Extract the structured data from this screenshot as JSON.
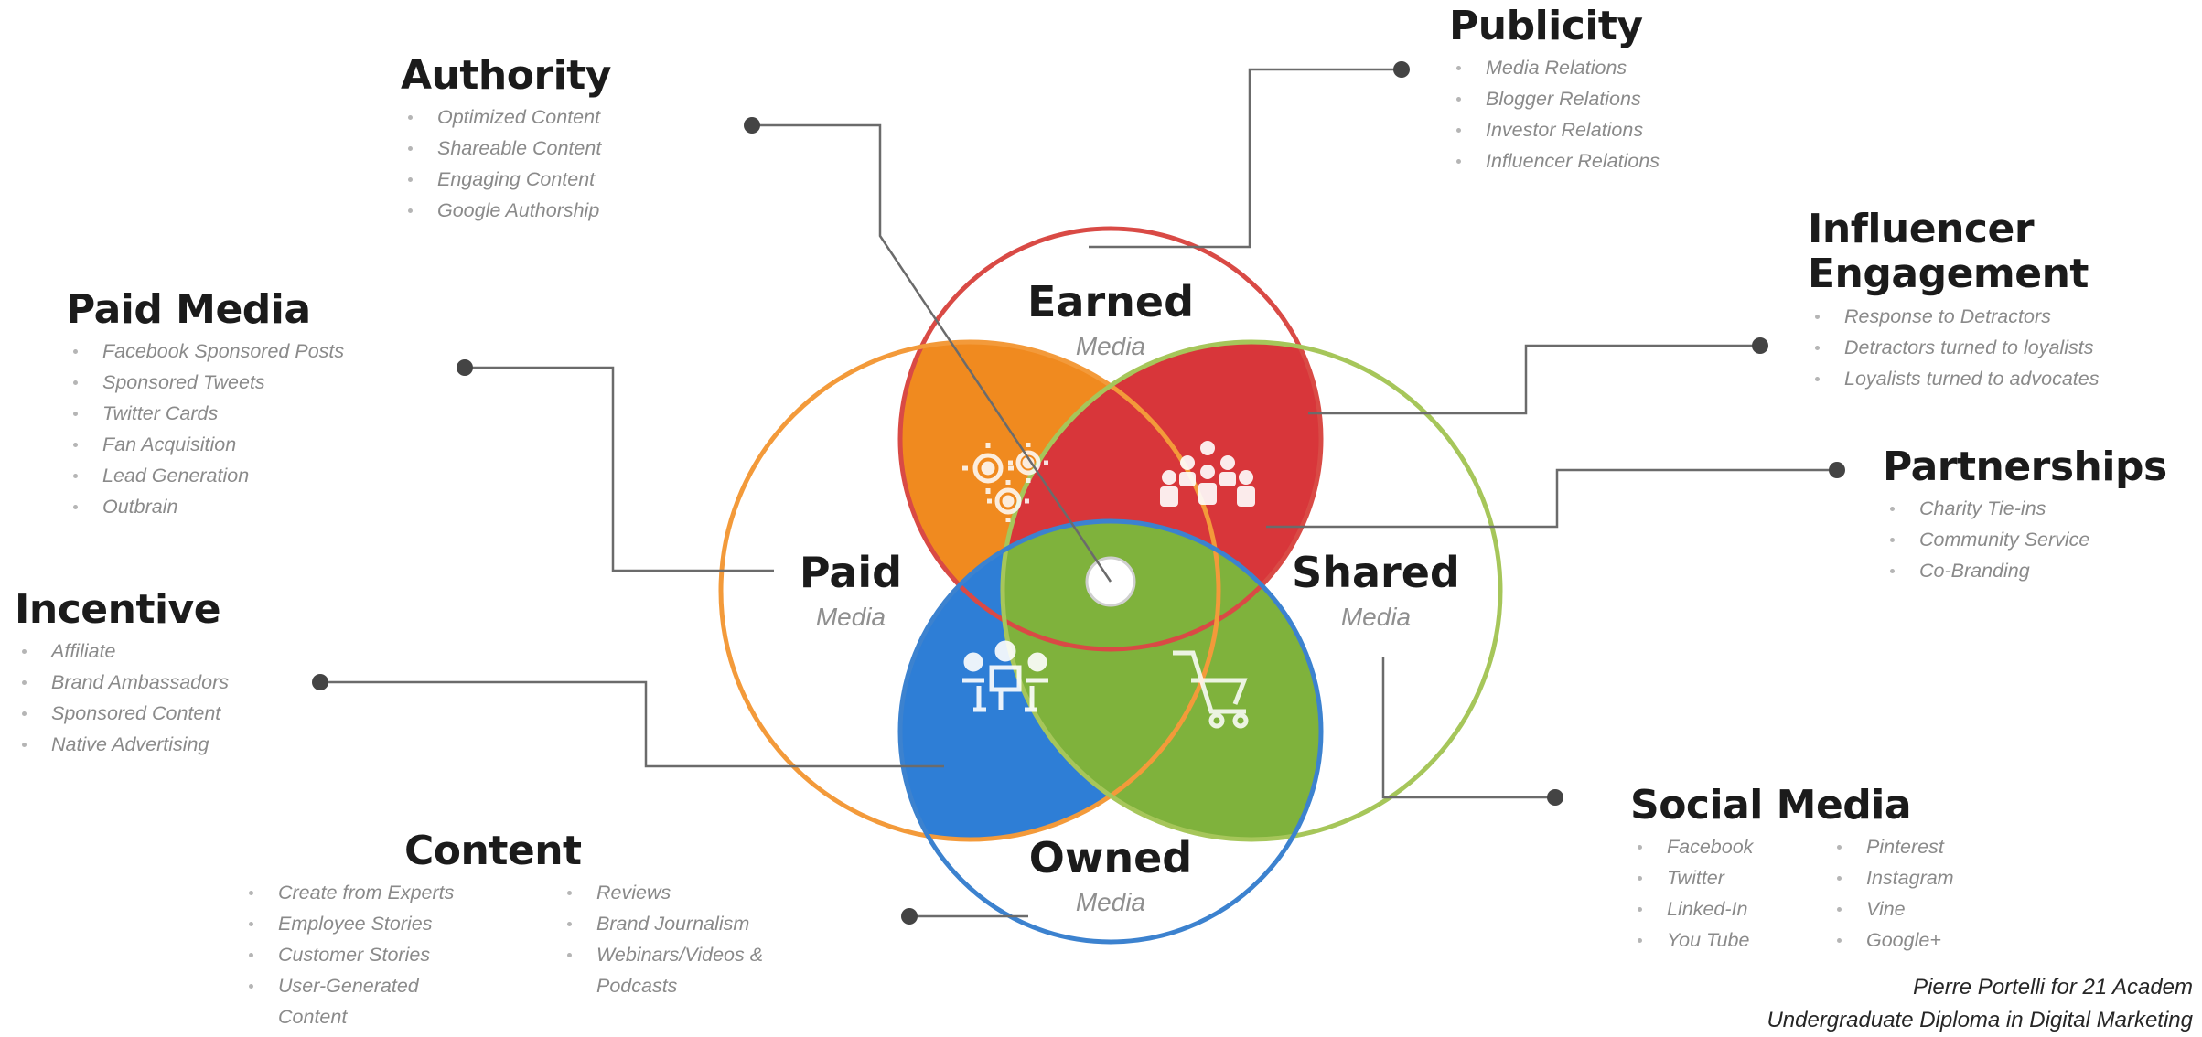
{
  "circles": {
    "earned": {
      "title": "Earned",
      "sub": "Media",
      "color": "#d94a45"
    },
    "paid": {
      "title": "Paid",
      "sub": "Media",
      "color": "#f39a3a"
    },
    "shared": {
      "title": "Shared",
      "sub": "Media",
      "color": "#a6c65a"
    },
    "owned": {
      "title": "Owned",
      "sub": "Media",
      "color": "#3c82cf"
    }
  },
  "petals": {
    "paid_earned": {
      "color": "#f08a1f",
      "icon": "gears-icon"
    },
    "earned_shared": {
      "color": "#d8363a",
      "icon": "group-icon"
    },
    "paid_owned": {
      "color": "#2e7ed6",
      "icon": "meeting-icon"
    },
    "owned_shared": {
      "color": "#7fb23c",
      "icon": "cart-icon"
    }
  },
  "blocks": {
    "authority": {
      "title": "Authority",
      "items": [
        "Optimized Content",
        "Shareable Content",
        "Engaging Content",
        "Google Authorship"
      ]
    },
    "publicity": {
      "title": "Publicity",
      "items": [
        "Media Relations",
        "Blogger Relations",
        "Investor Relations",
        "Influencer Relations"
      ]
    },
    "influencer": {
      "title_line1": "Influencer",
      "title_line2": "Engagement",
      "items": [
        "Response to Detractors",
        "Detractors turned to loyalists",
        "Loyalists turned to advocates"
      ]
    },
    "partnerships": {
      "title": "Partnerships",
      "items": [
        "Charity Tie-ins",
        "Community Service",
        "Co-Branding"
      ]
    },
    "paid_media": {
      "title": "Paid Media",
      "items": [
        "Facebook Sponsored Posts",
        "Sponsored Tweets",
        "Twitter Cards",
        "Fan Acquisition",
        "Lead Generation",
        "Outbrain"
      ]
    },
    "incentive": {
      "title": "Incentive",
      "items": [
        "Affiliate",
        "Brand Ambassadors",
        "Sponsored Content",
        "Native Advertising"
      ]
    },
    "content": {
      "title": "Content",
      "col1": [
        "Create from Experts",
        "Employee Stories",
        "Customer Stories",
        "User-Generated Content"
      ],
      "col2": [
        "Reviews",
        "Brand Journalism",
        "Webinars/Videos & Podcasts"
      ]
    },
    "social_media": {
      "title": "Social Media",
      "col1": [
        "Facebook",
        "Twitter",
        "Linked-In",
        "You Tube"
      ],
      "col2": [
        "Pinterest",
        "Instagram",
        "Vine",
        "Google+"
      ]
    }
  },
  "credit": {
    "line1": "Pierre Portelli for 21 Academ",
    "line2": "Undergraduate Diploma in Digital Marketing"
  }
}
